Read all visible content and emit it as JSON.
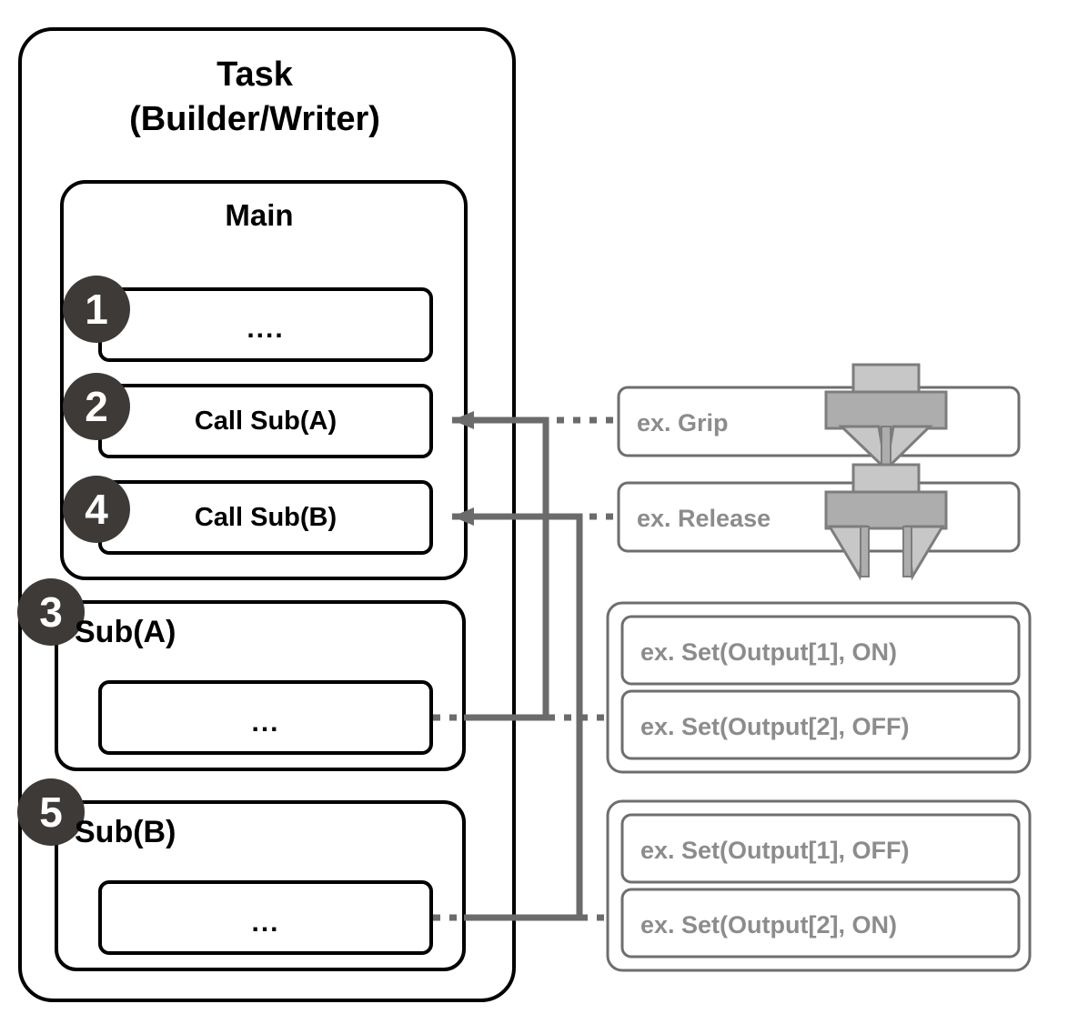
{
  "diagram": {
    "title_lines": [
      "Task",
      "(Builder/Writer)"
    ],
    "main_label": "Main",
    "sub_a_label": "Sub(A)",
    "sub_b_label": "Sub(B)",
    "steps": [
      {
        "number": "1",
        "label": "...."
      },
      {
        "number": "2",
        "label": "Call  Sub(A)"
      },
      {
        "number": "4",
        "label": "Call  Sub(B)"
      },
      {
        "number": "3",
        "label": "Sub(A)"
      },
      {
        "number": "5",
        "label": "Sub(B)"
      }
    ],
    "sub_a_body": "...",
    "sub_b_body": "...",
    "examples": {
      "grip": "ex. Grip",
      "release": "ex. Release",
      "sub_a_group": [
        "ex. Set(Output[1], ON)",
        "ex. Set(Output[2], OFF)"
      ],
      "sub_b_group": [
        "ex. Set(Output[1], OFF)",
        "ex. Set(Output[2], ON)"
      ]
    },
    "colors": {
      "outline": "#000000",
      "badge_fill": "#3d3a38",
      "badge_text": "#ffffff",
      "example_outline": "#6e6e6e",
      "example_text": "#8c8c8c",
      "connector": "#6b6b6b",
      "gripper_light": "#c2c2c2",
      "gripper_dark": "#a7a7a7",
      "gripper_stroke": "#7d7d7d",
      "background": "#ffffff"
    }
  }
}
